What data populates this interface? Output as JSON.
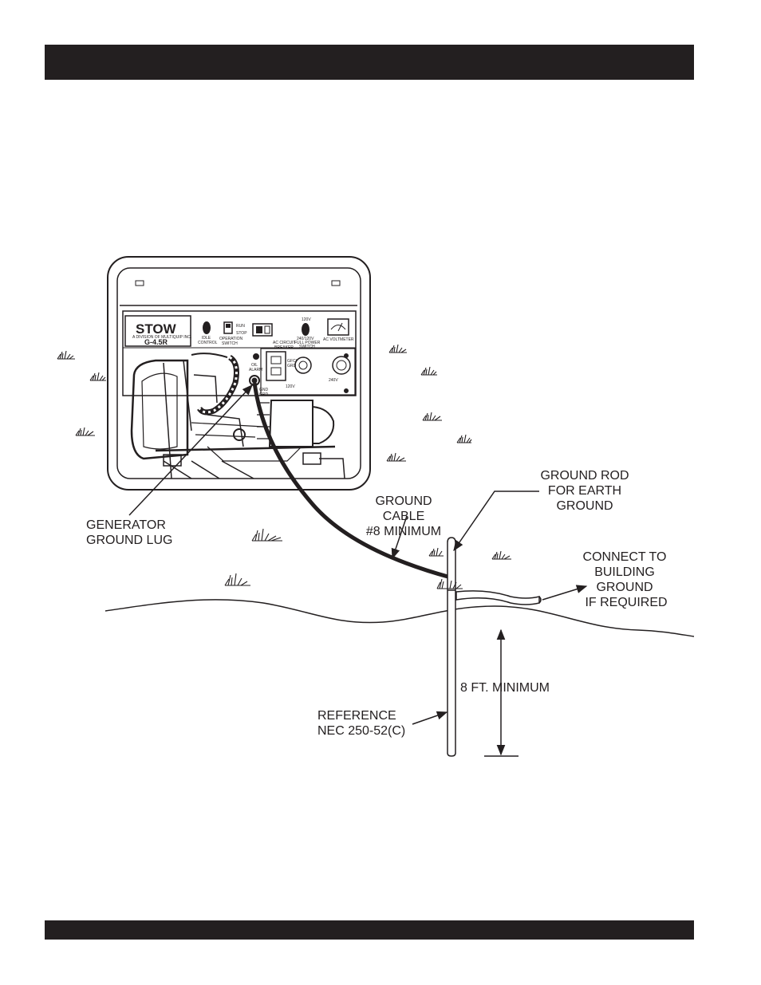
{
  "panel": {
    "brand": "STOW",
    "brand_sub": "A DIVISION OF MULTIQUIP INC.",
    "model": "G-4.5R",
    "idle_control": [
      "IDLE",
      "CONTROL"
    ],
    "run": "RUN",
    "stop": "STOP",
    "operation_switch": [
      "OPERATION",
      "SWITCH"
    ],
    "ac_breaker": [
      "AC CIRCUIT",
      "BREAKER"
    ],
    "voltage_120": "120V",
    "full_power_switch": [
      "240/120V",
      "FULL POWER",
      "SWITCH"
    ],
    "ac_voltmeter": "AC VOLTMETER",
    "oil_alarm": [
      "OIL",
      "ALARM"
    ],
    "gfci": [
      "GFCI",
      "GRD"
    ],
    "gnd": [
      "GND",
      "GRD"
    ],
    "outlet_120": "120V",
    "outlet_240": "240V"
  },
  "labels": {
    "ground_lug": [
      "GENERATOR",
      "GROUND LUG"
    ],
    "ground_cable": [
      "GROUND",
      "CABLE",
      "#8 MINIMUM"
    ],
    "ground_rod": [
      "GROUND ROD",
      "FOR EARTH",
      "GROUND"
    ],
    "building_ground": [
      "CONNECT TO",
      "BUILDING",
      "GROUND",
      "IF REQUIRED"
    ],
    "depth": "8 FT. MINIMUM",
    "reference": [
      "REFERENCE",
      "NEC 250-52(C)"
    ]
  },
  "colors": {
    "ink": "#231f20",
    "paper": "#ffffff"
  }
}
